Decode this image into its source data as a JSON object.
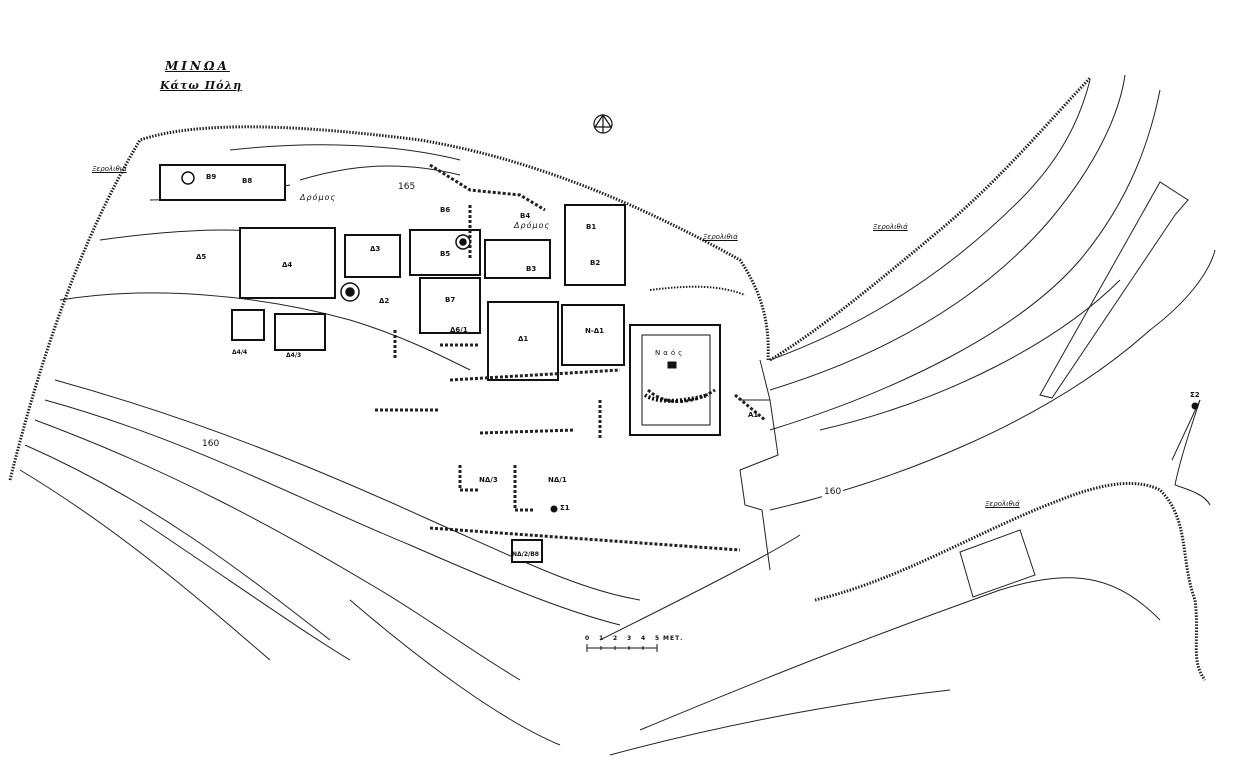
{
  "plan": {
    "title": "ΜΙΝΩΑ",
    "subtitle": "Κάτω Πόλη"
  },
  "wall_labels": {
    "left": "Ξερολιθιά",
    "top": "Ξερολιθιά",
    "right": "Ξερολιθιά",
    "bottom_right": "Ξερολιθιά"
  },
  "contours": {
    "c165": "165",
    "c160_left": "160",
    "c160_right": "160"
  },
  "streets": {
    "street_1": "Δρόμος",
    "street_2": "Δρόμος"
  },
  "rooms": {
    "b9": "Β9",
    "b8": "Β8",
    "b6": "Β6",
    "b4": "Β4",
    "b1": "Β1",
    "b3": "Β3",
    "b2": "Β2",
    "b5": "Β5",
    "b7": "Β7",
    "d5": "Δ5",
    "d4": "Δ4",
    "d3": "Δ3",
    "d2": "Δ2",
    "d44": "Δ4/4",
    "d43": "Δ4/3",
    "d61": "Δ6/1",
    "d1": "Δ1",
    "nd1_top": "Ν-Δ1",
    "a1": "Α1",
    "nd3": "ΝΔ/3",
    "nd1": "ΝΔ/1",
    "nd2": "ΝΔ/2/Β8",
    "s1": "Σ1",
    "s2": "Σ2"
  },
  "temple": {
    "label": "Ναός"
  },
  "scale": {
    "ticks": [
      "0",
      "1",
      "2",
      "3",
      "4",
      "5"
    ],
    "unit": "ΜΕΤ."
  },
  "north": {
    "icon": "north-arrow-icon"
  }
}
